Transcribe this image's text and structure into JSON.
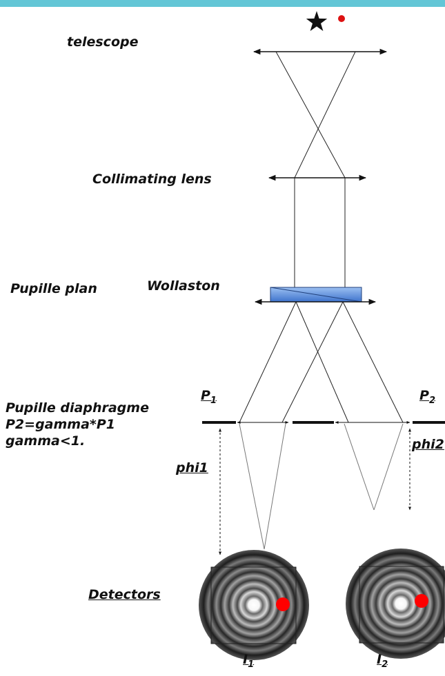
{
  "labels": {
    "telescope": "telescope",
    "collimating_lens": "Collimating lens",
    "pupille_plan": "Pupille plan",
    "wollaston": "Wollaston",
    "pupille_diaphragme": "Pupille diaphragme",
    "relation": "P2=gamma*P1",
    "gamma": "gamma<1.",
    "phi1": "phi1",
    "phi2": "phi2",
    "detectors": "Detectors"
  },
  "subscripted": {
    "p1": {
      "base": "P",
      "sub": "1"
    },
    "p2": {
      "base": "P",
      "sub": "2"
    },
    "i1": {
      "base": "I",
      "sub": "1"
    },
    "i2": {
      "base": "I",
      "sub": "2"
    }
  },
  "colors": {
    "header_bar": "#63c6d6",
    "source_dot": "#dd1111",
    "psf_spot": "#ff0000",
    "wollaston_prism": "#5b8fdd"
  },
  "icons": {
    "source_star": "star-icon",
    "companion_source": "red-dot-icon"
  }
}
